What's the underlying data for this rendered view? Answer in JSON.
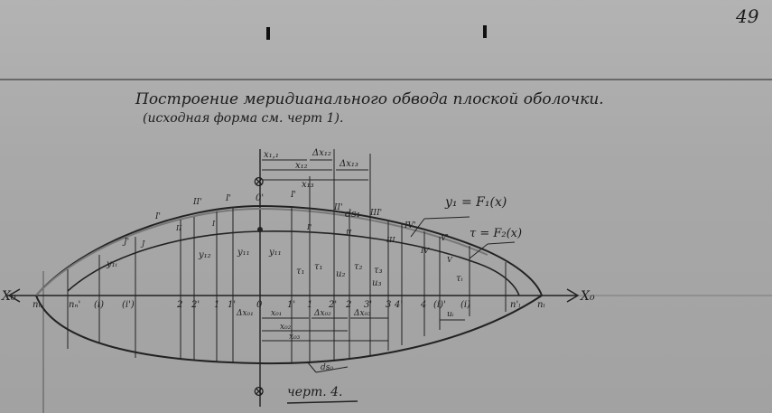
{
  "page_number": "49",
  "title": {
    "line1": "Построение меридианального обвода плоской оболочки.",
    "line2": "(исходная форма см. черт 1)."
  },
  "caption": "черт. 4.",
  "curve_labels": {
    "outer": "y₁ = F₁(x)",
    "inner": "τ = F₂(x)",
    "ds": "ds₁"
  },
  "axis": {
    "left": "X₀",
    "right": "X₀",
    "origin_top": "0'",
    "origin": "0"
  },
  "top_dimensions": [
    "x₁,₁",
    "Δx₁₂",
    "x₁₂",
    "Δx₁₃",
    "x₁₃"
  ],
  "bottom_dimensions": [
    "Δx₀₁",
    "x₀₁",
    "Δx₀₂",
    "Δx₀₃",
    "x₀₂",
    "x₀₃",
    "ds₀",
    "uᵢ"
  ],
  "station_labels": [
    "nₙ",
    "nₙ'",
    "(i)",
    "(i')",
    "2",
    "2'",
    "1",
    "1'",
    "0",
    "1'",
    "1",
    "2'",
    "2",
    "3'",
    "3",
    "4'",
    "4",
    "(i)'",
    "(i)",
    "n'ₗ",
    "nₗ"
  ],
  "upper_roman": [
    "I'",
    "II'",
    "I'",
    "I'",
    "II'",
    "III'",
    "IV'",
    "V'",
    "J'"
  ],
  "lower_roman": [
    "J",
    "II",
    "I",
    "I'",
    "II",
    "III",
    "IV",
    "V"
  ],
  "ordinate_labels": [
    "y₁ᵢ",
    "y₁₂",
    "y₁₁",
    "y₁₁",
    "τ₁",
    "τ₁",
    "u₂",
    "τ₂",
    "u₃",
    "τ₃",
    "τᵢ"
  ]
}
